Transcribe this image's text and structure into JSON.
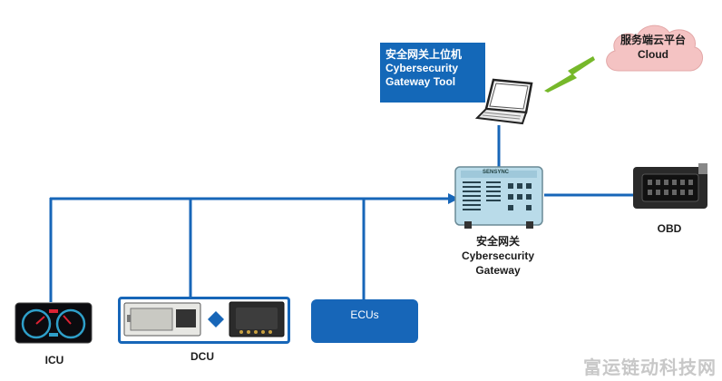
{
  "tool": {
    "line1": "安全网关上位机",
    "line2": "Cybersecurity",
    "line3": "Gateway Tool"
  },
  "cloud": {
    "line1": "服务端云平台",
    "line2": "Cloud"
  },
  "gateway": {
    "line1": "安全网关",
    "line2": "Cybersecurity",
    "line3": "Gateway",
    "device_brand": "SENSYNC"
  },
  "obd": {
    "label": "OBD"
  },
  "icu": {
    "label": "ICU"
  },
  "dcu": {
    "label": "DCU"
  },
  "ecus": {
    "label": "ECUs"
  },
  "watermark": {
    "text": "富运链动科技网"
  },
  "colors": {
    "bus_line": "#1766b8",
    "tool_box": "#1468b8",
    "cloud_fill": "#f4c3c3",
    "lightning": "#76b82a"
  }
}
